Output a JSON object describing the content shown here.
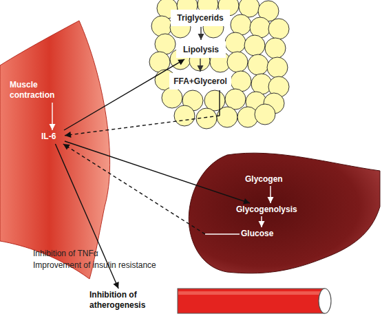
{
  "diagram": {
    "nodes": [
      {
        "text": [
          "Muscle contraction"
        ]
      },
      {
        "text": [
          "IL-6"
        ]
      },
      {
        "text": [
          "Triglycerids"
        ]
      },
      {
        "text": [
          "Lipolysis"
        ]
      },
      {
        "text": [
          "FFA+Glycerol"
        ]
      },
      {
        "text": [
          "Glycogen"
        ]
      },
      {
        "text": [
          "Glycogenolysis"
        ]
      },
      {
        "text": [
          "Glucose"
        ]
      },
      {
        "text": [
          "Inhibition of atherogenesis"
        ]
      }
    ],
    "edges": [
      {
        "from": 0,
        "to": 1,
        "arrow": "to"
      },
      {
        "from": 2,
        "to": 3,
        "arrow": "to"
      },
      {
        "from": 3,
        "to": 4,
        "arrow": "to"
      },
      {
        "from": 1,
        "to": 3,
        "arrow": "to"
      },
      {
        "from": 4,
        "to": 1,
        "arrow": "to"
      },
      {
        "from": 5,
        "to": 6,
        "arrow": "to"
      },
      {
        "from": 6,
        "to": 7,
        "arrow": "to"
      },
      {
        "from": 1,
        "to": 6,
        "arrow": "to"
      },
      {
        "from": 7,
        "to": 1,
        "arrow": "to"
      },
      {
        "from": 1,
        "to": 8,
        "arrow": "to"
      }
    ],
    "labels": [
      "Inhibition of TNFα",
      "Improvement of insulin resistance"
    ]
  }
}
